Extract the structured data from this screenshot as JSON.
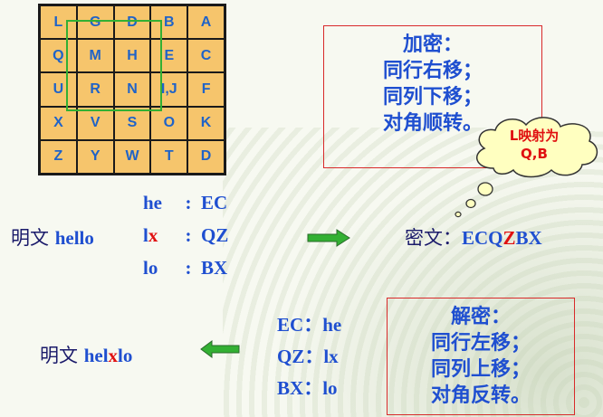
{
  "matrix": [
    [
      "L",
      "G",
      "D",
      "B",
      "A"
    ],
    [
      "Q",
      "M",
      "H",
      "E",
      "C"
    ],
    [
      "U",
      "R",
      "N",
      "I,J",
      "F"
    ],
    [
      "X",
      "V",
      "S",
      "O",
      "K"
    ],
    [
      "Z",
      "Y",
      "W",
      "T",
      "D"
    ]
  ],
  "encrypt_rules": {
    "title": "加密：",
    "lines": [
      "同行右移；",
      "同列下移；",
      "对角顺转。"
    ]
  },
  "callout": {
    "line1": "L映射为",
    "line2": "Q,B"
  },
  "plaintext": {
    "prefix": "明文",
    "word": "hello"
  },
  "pairs": [
    {
      "plain": "he",
      "plain_parts": [
        "he",
        ""
      ],
      "colon": ":",
      "cipher": "EC"
    },
    {
      "plain": "lx",
      "plain_parts": [
        "l",
        "x"
      ],
      "colon": ":",
      "cipher": "QZ"
    },
    {
      "plain": "lo",
      "plain_parts": [
        "lo",
        ""
      ],
      "colon": ":",
      "cipher": "BX"
    }
  ],
  "ciphertext": {
    "prefix": "密文：",
    "part1": "ECQ",
    "highlight": "Z",
    "part2": "BX"
  },
  "decrypt_pairs": [
    {
      "cipher": "EC",
      "sep": "：",
      "plain": "he"
    },
    {
      "cipher": "QZ",
      "sep": "：",
      "plain": "lx"
    },
    {
      "cipher": "BX",
      "sep": "：",
      "plain": "lo"
    }
  ],
  "decrypt_rules": {
    "title": "解密：",
    "lines": [
      "同行左移；",
      "同列上移；",
      "对角反转。"
    ]
  },
  "decrypted": {
    "prefix": "明文",
    "part1": "hel",
    "highlight": "x",
    "part2": "lo"
  },
  "colors": {
    "accent_blue": "#1f4fd0",
    "highlight_red": "#e01010",
    "cell_fill": "#f6c56c",
    "frame_green": "#33b033",
    "arrow_green": "#33b033"
  }
}
